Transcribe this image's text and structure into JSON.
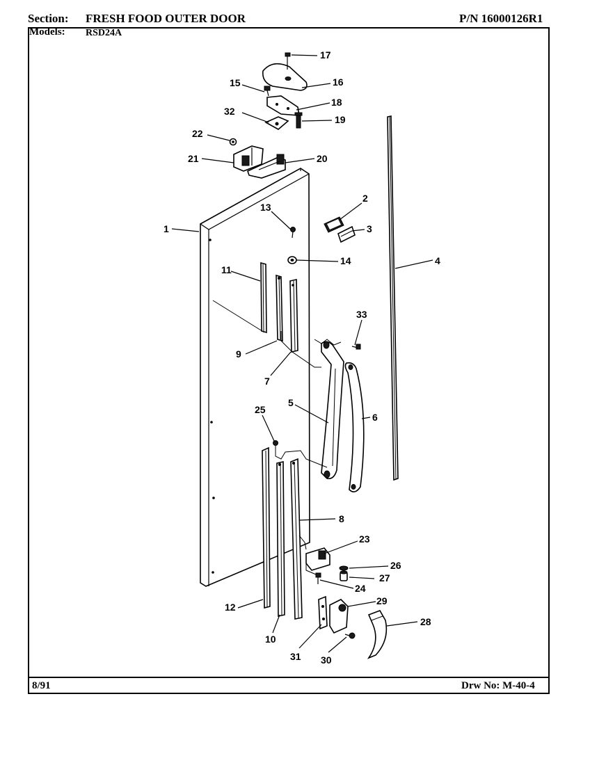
{
  "header": {
    "section_label": "Section:",
    "section_title": "FRESH FOOD OUTER DOOR",
    "pn": "P/N 16000126R1",
    "models_label": "Models:",
    "models_value": "RSD24A"
  },
  "footer": {
    "date": "8/91",
    "drawing_no": "Drw No: M-40-4"
  },
  "callouts": [
    "1",
    "2",
    "3",
    "4",
    "5",
    "6",
    "7",
    "8",
    "9",
    "10",
    "11",
    "12",
    "13",
    "14",
    "15",
    "16",
    "17",
    "18",
    "19",
    "20",
    "21",
    "22",
    "23",
    "24",
    "25",
    "26",
    "27",
    "28",
    "29",
    "30",
    "31",
    "32",
    "33"
  ]
}
